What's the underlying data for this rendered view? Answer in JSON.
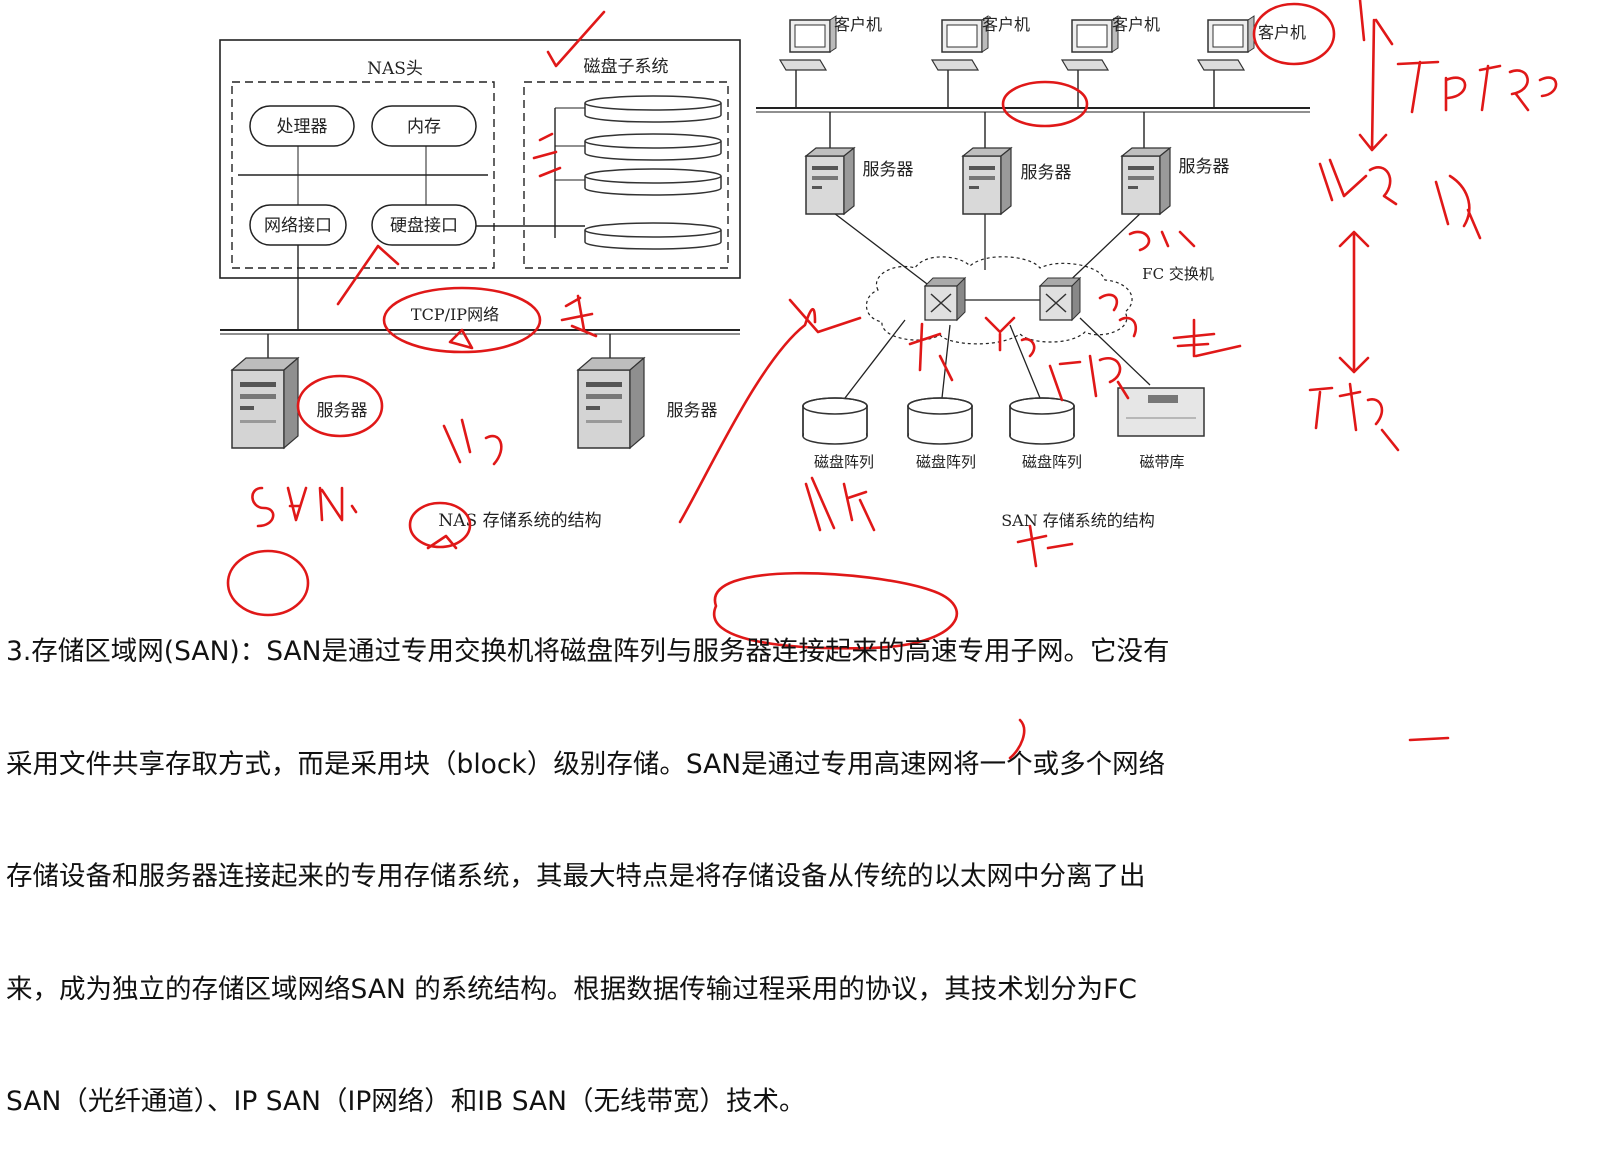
{
  "nas": {
    "head_title": "NAS头",
    "disk_title": "磁盘子系统",
    "processor": "处理器",
    "memory": "内存",
    "net_interface": "网络接口",
    "disk_interface": "硬盘接口",
    "network": "TCP/IP网络",
    "server_label": "服务器",
    "caption": "NAS 存储系统的结构"
  },
  "san": {
    "client_label": "客户机",
    "server_label": "服务器",
    "switch_label": "FC 交换机",
    "disk_array_label": "磁盘阵列",
    "tape_label": "磁带库",
    "caption": "SAN 存储系统的结构"
  },
  "paragraph": {
    "lines": [
      "3.存储区域网(SAN)：SAN是通过专用交换机将磁盘阵列与服务器连接起来的高速专用子网。它没有",
      "采用文件共享存取方式，而是采用块（block）级别存储。SAN是通过专用高速网将一个或多个网络",
      "存储设备和服务器连接起来的专用存储系统，其最大特点是将存储设备从传统的以太网中分离了出",
      "来，成为独立的存储区域网络SAN 的系统结构。根据数据传输过程采用的协议，其技术划分为FC",
      "SAN（光纤通道）、IP SAN（IP网络）和IB SAN（无线带宽）技术。"
    ]
  },
  "colors": {
    "ink": "#222222",
    "annotation": "#e01818"
  }
}
